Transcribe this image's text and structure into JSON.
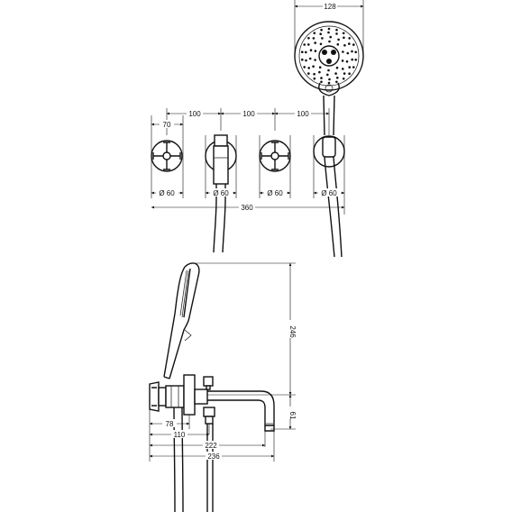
{
  "dimensions": {
    "handshower_width": "128",
    "spacing_1": "100",
    "spacing_2": "100",
    "spacing_3": "100",
    "handle_width": "70",
    "diameter_1": "Ø 60",
    "diameter_2": "Ø 60",
    "diameter_3": "Ø 60",
    "diameter_4": "Ø 60",
    "overall_width": "360",
    "handshower_height": "246",
    "spout_height": "61",
    "offset_78": "78",
    "offset_110": "110",
    "projection_222": "222",
    "projection_236": "236"
  },
  "colors": {
    "line": "#111111",
    "background": "#ffffff"
  }
}
